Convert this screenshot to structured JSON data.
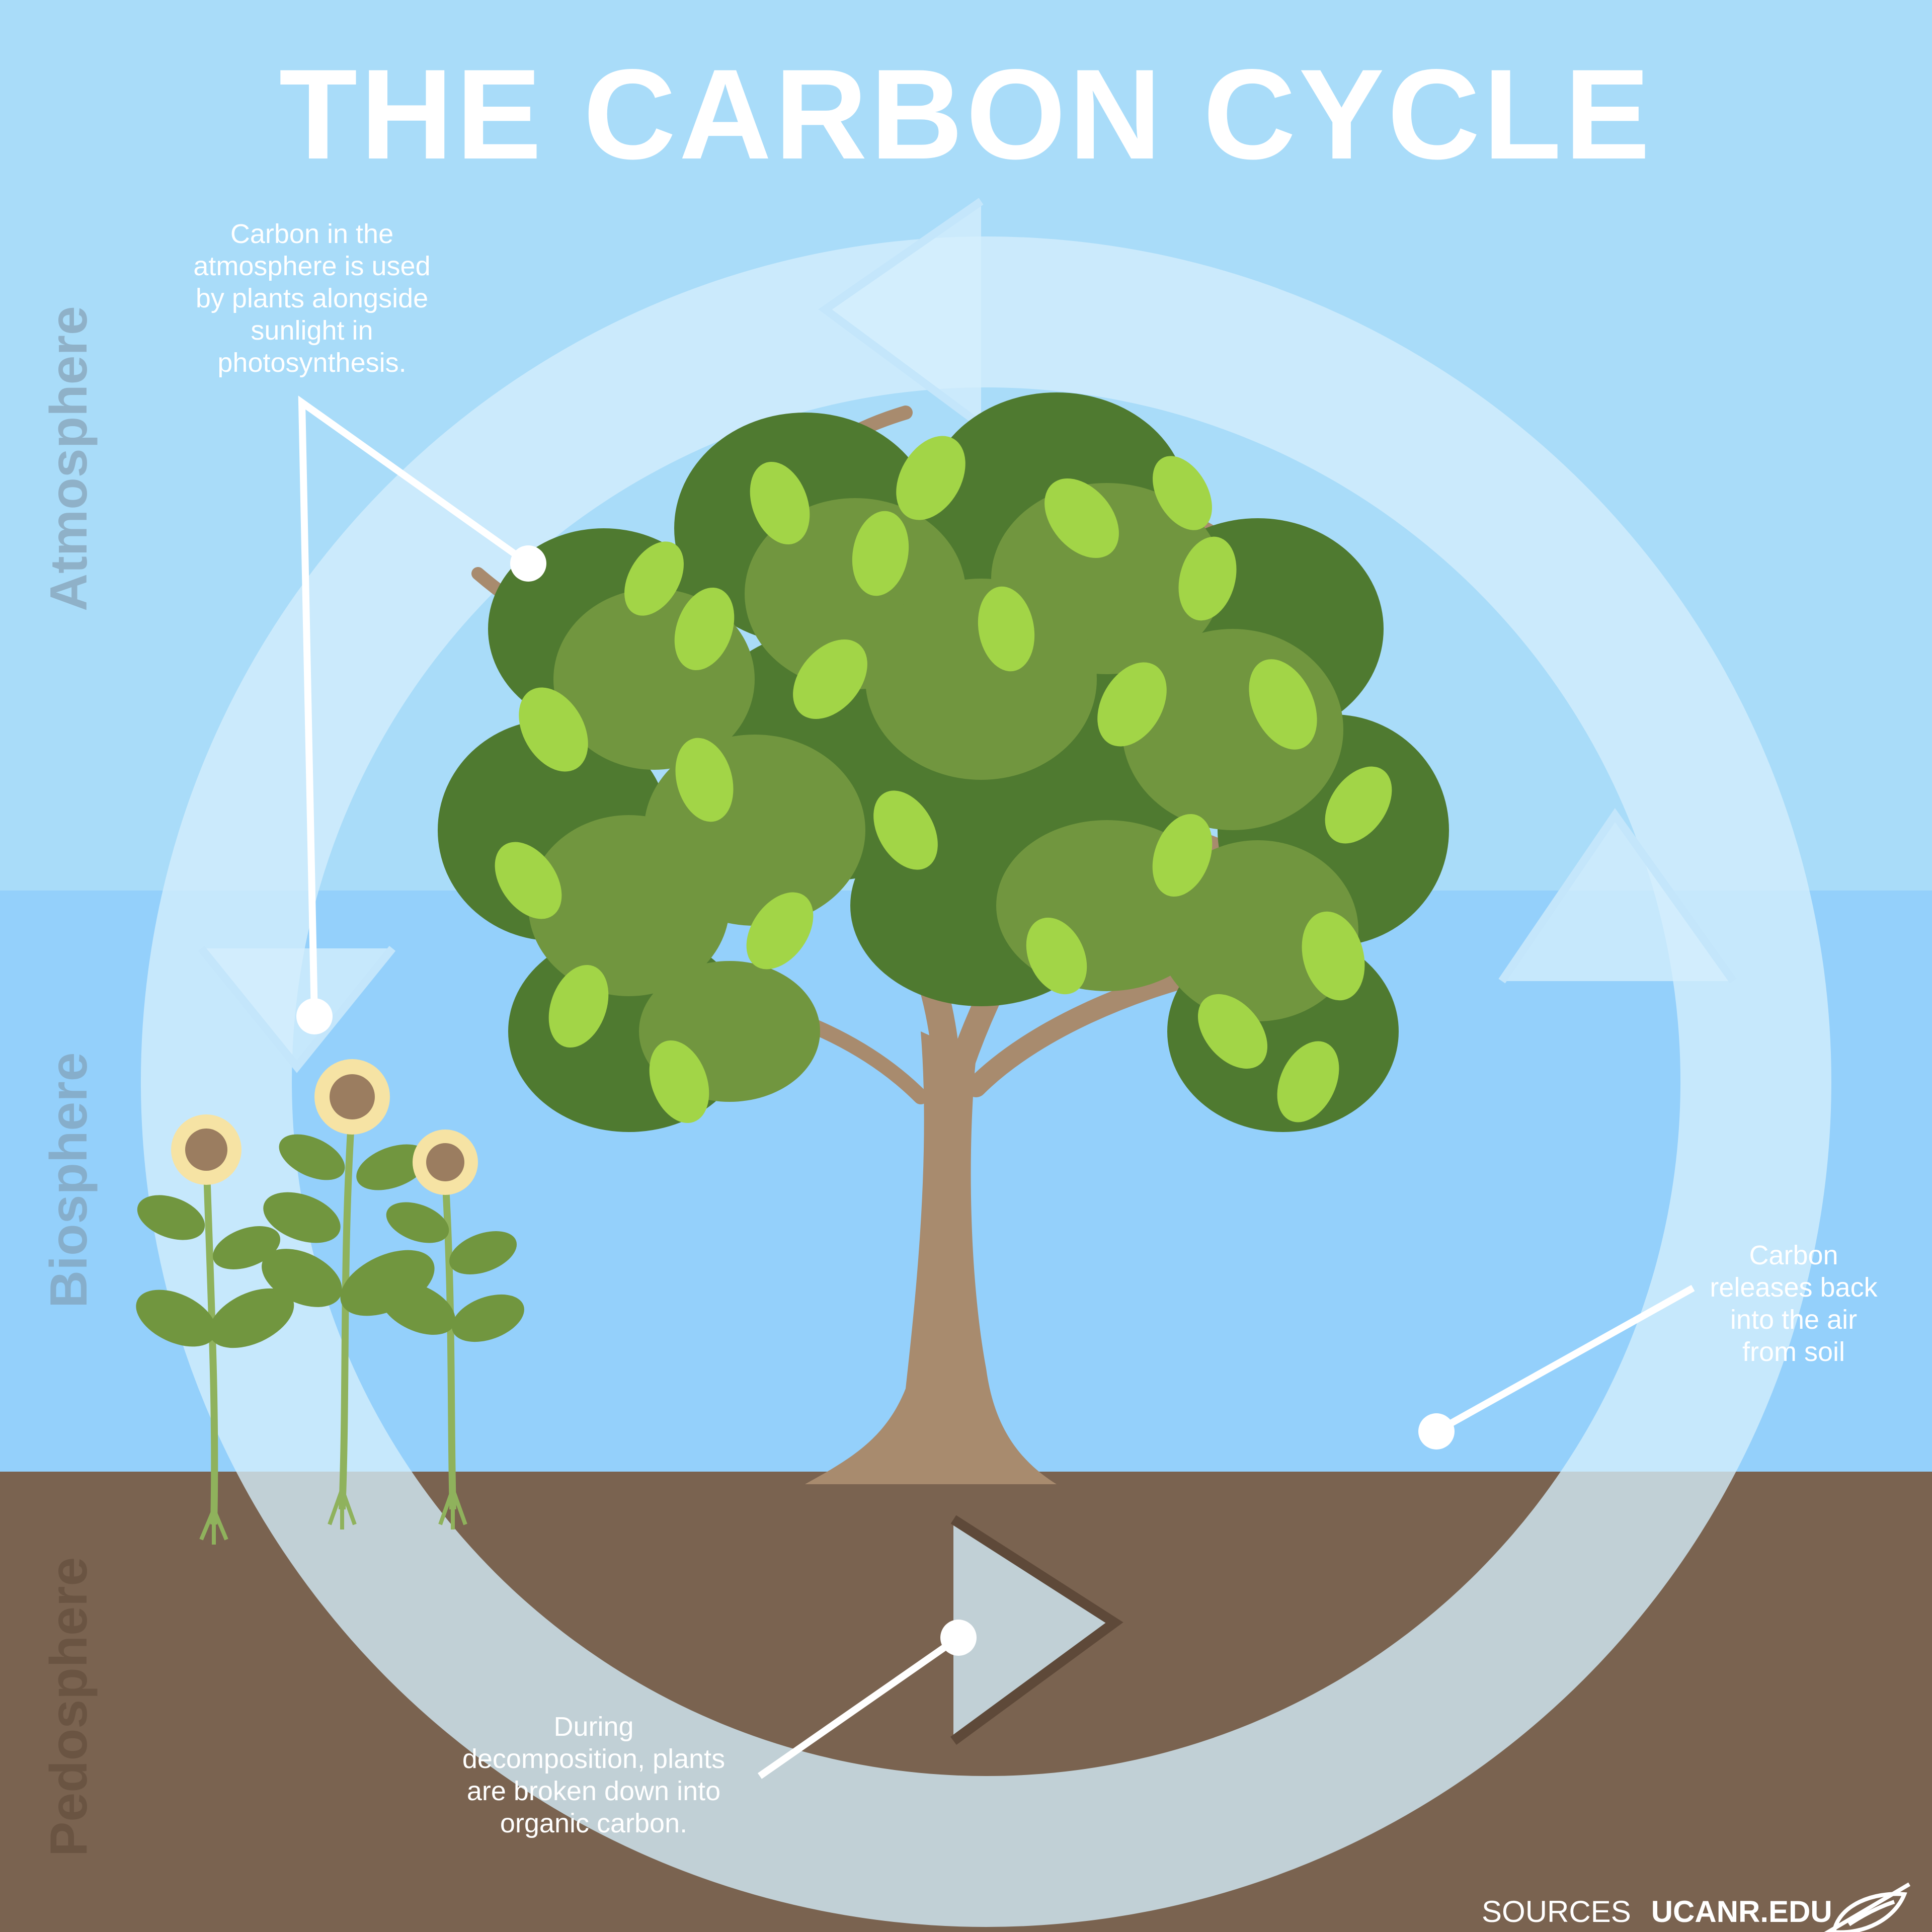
{
  "title": "THE CARBON CYCLE",
  "notes": {
    "photosynthesis": [
      "Carbon in the",
      "atmosphere is used",
      "by plants alongside",
      "sunlight in",
      "photosynthesis."
    ],
    "release": [
      "Carbon",
      "releases back",
      "into the air",
      "from soil"
    ],
    "decomposition": [
      "During",
      "decomposition, plants",
      "are broken down into",
      "organic carbon."
    ]
  },
  "layers": {
    "atmosphere": "Atmosphere",
    "biosphere": "Biosphere",
    "pedosphere": "Pedosphere"
  },
  "footer": {
    "prefix": "SOURCES",
    "site": "UCANR.EDU"
  },
  "icons": {
    "cycle": "cycle-arrows-icon",
    "logo": "leaf-logo-icon"
  },
  "colors": {
    "sky": "#a9dcf9",
    "sky_lower": "#94d0fb",
    "soil": "#7a6350",
    "cycle_arrow": "#d5eefd",
    "trunk": "#a88b6e",
    "leaf_dark": "#4f7a30",
    "leaf_mid": "#71963f",
    "leaf_light": "#a2d547",
    "stem": "#8fb25c",
    "sunflower_petal": "#f6e3a4",
    "sunflower_center": "#9b7d60"
  }
}
